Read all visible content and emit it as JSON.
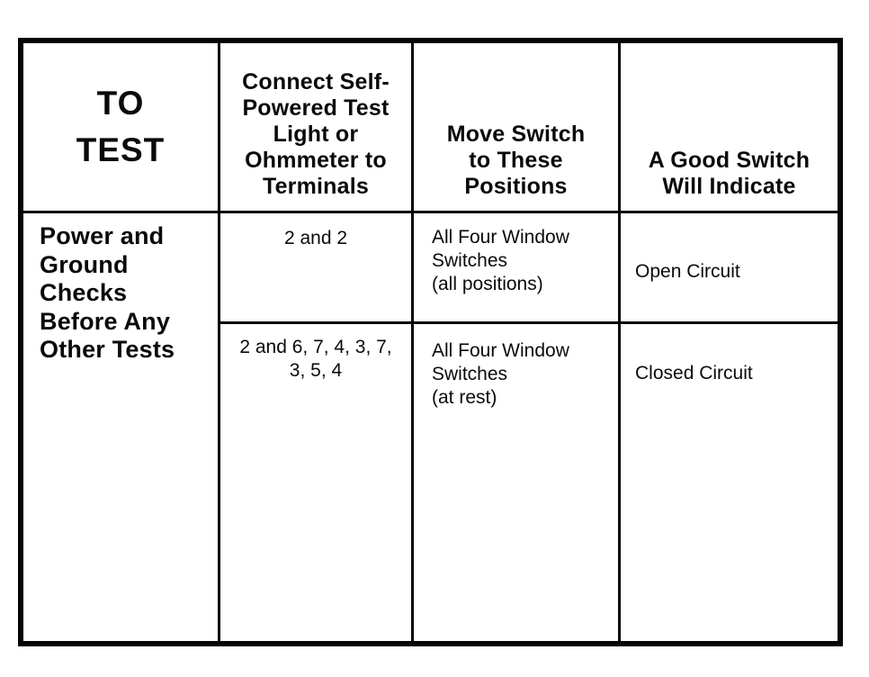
{
  "colors": {
    "ink": "#050505",
    "paper": "#ffffff"
  },
  "table": {
    "headers": {
      "to_test": "TO\nTEST",
      "connect": "Connect Self-\nPowered Test\nLight or\nOhmmeter to\nTerminals",
      "move": "Move Switch\nto These\nPositions",
      "indicate": "A Good Switch\nWill Indicate"
    },
    "group_label": "Power and\nGround\nChecks\nBefore Any\nOther Tests",
    "rows": [
      {
        "terminals": "2 and 2",
        "positions": "All Four Window\nSwitches\n(all positions)",
        "indication": "Open Circuit"
      },
      {
        "terminals": "2 and 6, 7, 4, 3, 7,\n3, 5, 4",
        "positions": "All Four Window\nSwitches\n(at rest)",
        "indication": "Closed Circuit"
      }
    ]
  }
}
